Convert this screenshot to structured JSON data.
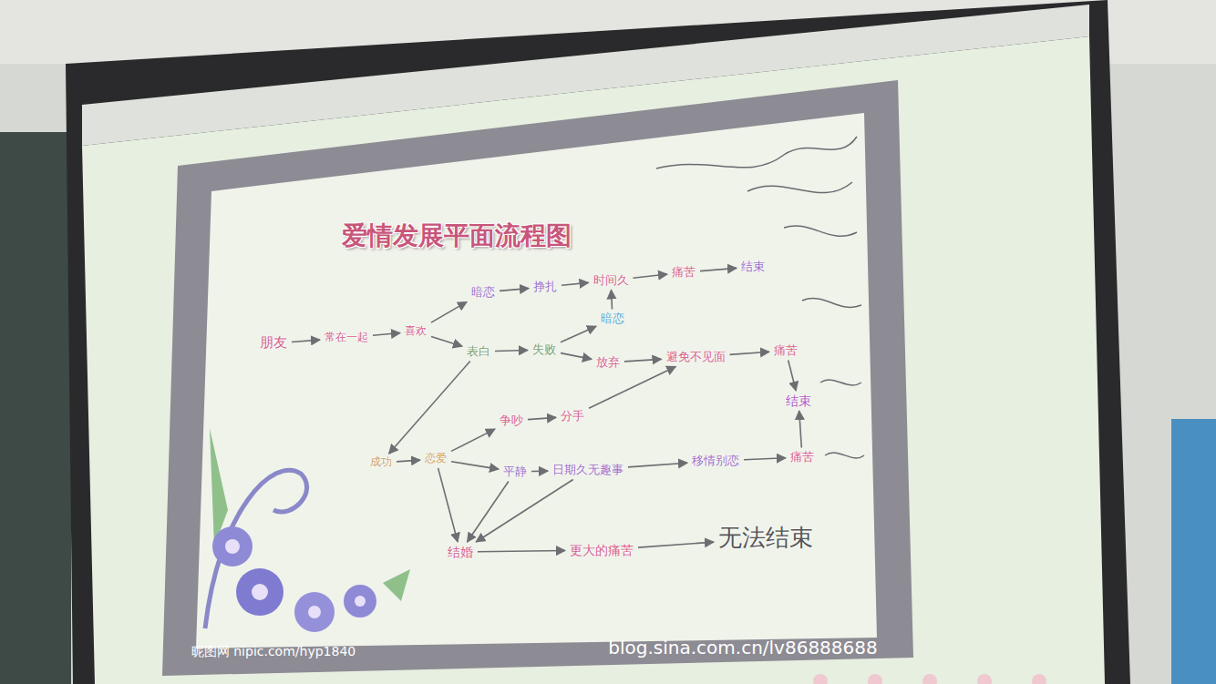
{
  "diagram": {
    "title": "爱情发展平面流程图",
    "nodes": [
      {
        "text": [
          "朋友"
        ]
      },
      {
        "text": [
          "常在一起"
        ]
      },
      {
        "text": [
          "喜欢"
        ]
      },
      {
        "text": [
          "暗恋"
        ]
      },
      {
        "text": [
          "挣扎"
        ]
      },
      {
        "text": [
          "时间久"
        ]
      },
      {
        "text": [
          "痛苦"
        ]
      },
      {
        "text": [
          "结束"
        ]
      },
      {
        "text": [
          "暗恋"
        ]
      },
      {
        "text": [
          "表白"
        ]
      },
      {
        "text": [
          "失败"
        ]
      },
      {
        "text": [
          "放弃"
        ]
      },
      {
        "text": [
          "避免不见面"
        ]
      },
      {
        "text": [
          "痛苦"
        ]
      },
      {
        "text": [
          "结束"
        ]
      },
      {
        "text": [
          "争吵"
        ]
      },
      {
        "text": [
          "分手"
        ]
      },
      {
        "text": [
          "成功"
        ]
      },
      {
        "text": [
          "恋爱"
        ]
      },
      {
        "text": [
          "平静"
        ]
      },
      {
        "text": [
          "日期久无趣事"
        ]
      },
      {
        "text": [
          "移情别恋"
        ]
      },
      {
        "text": [
          "痛苦"
        ]
      },
      {
        "text": [
          "结婚"
        ]
      },
      {
        "text": [
          "更大的痛苦"
        ]
      },
      {
        "text": [
          "无法结束"
        ]
      }
    ],
    "edges": [
      {
        "from": 0,
        "to": 1,
        "arrow": "to"
      },
      {
        "from": 1,
        "to": 2,
        "arrow": "to"
      },
      {
        "from": 2,
        "to": 3,
        "arrow": "to"
      },
      {
        "from": 2,
        "to": 9,
        "arrow": "to"
      },
      {
        "from": 3,
        "to": 4,
        "arrow": "to"
      },
      {
        "from": 4,
        "to": 5,
        "arrow": "to"
      },
      {
        "from": 5,
        "to": 6,
        "arrow": "to"
      },
      {
        "from": 6,
        "to": 7,
        "arrow": "to"
      },
      {
        "from": 10,
        "to": 8,
        "arrow": "to"
      },
      {
        "from": 8,
        "to": 5,
        "arrow": "to"
      },
      {
        "from": 9,
        "to": 10,
        "arrow": "to"
      },
      {
        "from": 10,
        "to": 11,
        "arrow": "to"
      },
      {
        "from": 11,
        "to": 12,
        "arrow": "to"
      },
      {
        "from": 12,
        "to": 13,
        "arrow": "to"
      },
      {
        "from": 13,
        "to": 14,
        "arrow": "to"
      },
      {
        "from": 9,
        "to": 17,
        "arrow": "to"
      },
      {
        "from": 17,
        "to": 18,
        "arrow": "to"
      },
      {
        "from": 18,
        "to": 15,
        "arrow": "to"
      },
      {
        "from": 15,
        "to": 16,
        "arrow": "to"
      },
      {
        "from": 16,
        "to": 12,
        "arrow": "to"
      },
      {
        "from": 18,
        "to": 19,
        "arrow": "to"
      },
      {
        "from": 19,
        "to": 20,
        "arrow": "to"
      },
      {
        "from": 20,
        "to": 21,
        "arrow": "to"
      },
      {
        "from": 21,
        "to": 22,
        "arrow": "to"
      },
      {
        "from": 22,
        "to": 14,
        "arrow": "to"
      },
      {
        "from": 18,
        "to": 23,
        "arrow": "to"
      },
      {
        "from": 19,
        "to": 23,
        "arrow": "to"
      },
      {
        "from": 20,
        "to": 23,
        "arrow": "to"
      },
      {
        "from": 23,
        "to": 24,
        "arrow": "to"
      },
      {
        "from": 24,
        "to": 25,
        "arrow": "to"
      }
    ],
    "labels": [
      "昵图网 nipic.com/hyp1840",
      "blog.sina.com.cn/lv86888688"
    ]
  }
}
